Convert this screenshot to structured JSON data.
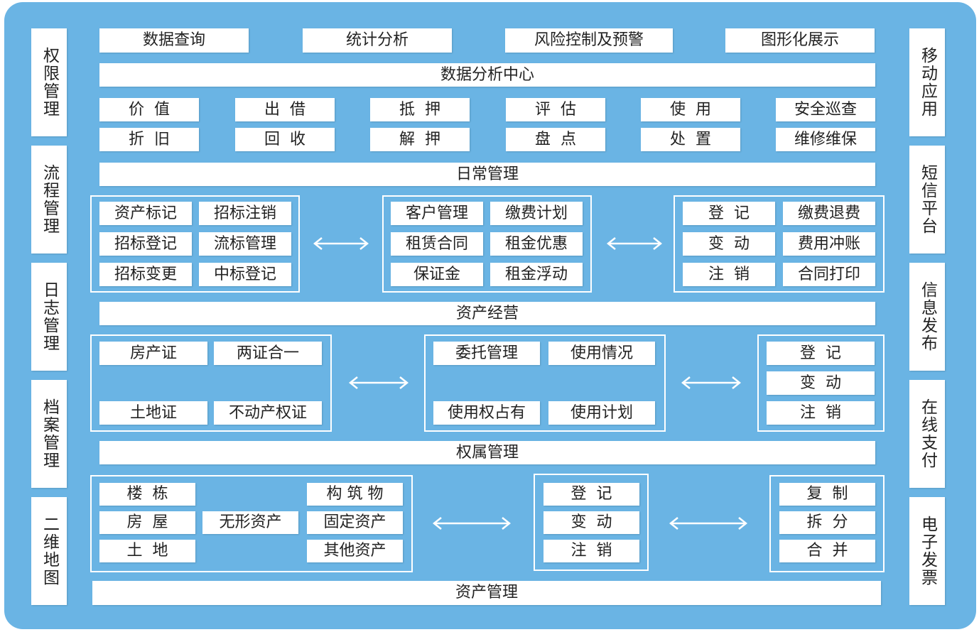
{
  "left_sidebar": [
    "权限管理",
    "流程管理",
    "日志管理",
    "档案管理",
    "二维地图"
  ],
  "right_sidebar": [
    "移动应用",
    "短信平台",
    "信息发布",
    "在线支付",
    "电子发票"
  ],
  "top_modules": [
    "数据查询",
    "统计分析",
    "风险控制及预警",
    "图形化展示"
  ],
  "data_center": "数据分析中心",
  "asset_ops_row1": [
    "价  值",
    "出  借",
    "抵  押",
    "评  估",
    "使  用",
    "安全巡查"
  ],
  "asset_ops_row2": [
    "折  旧",
    "回  收",
    "解  押",
    "盘  点",
    "处  置",
    "维修维保"
  ],
  "daily_management": "日常管理",
  "daily_group_left": [
    "资产标记",
    "招标注销",
    "招标登记",
    "流标管理",
    "招标变更",
    "中标登记"
  ],
  "daily_group_mid": [
    "客户管理",
    "缴费计划",
    "租赁合同",
    "租金优惠",
    "保证金",
    "租金浮动"
  ],
  "daily_group_right": [
    "登  记",
    "缴费退费",
    "变  动",
    "费用冲账",
    "注  销",
    "合同打印"
  ],
  "asset_operation": "资产经营",
  "op_group_left": [
    "房产证",
    "两证合一",
    "土地证",
    "不动产权证"
  ],
  "op_group_mid": [
    "委托管理",
    "使用情况",
    "使用权占有",
    "使用计划"
  ],
  "op_group_right": [
    "登  记",
    "变  动",
    "注  销"
  ],
  "ownership_management": "权属管理",
  "own_group_left": [
    "楼  栋",
    "房  屋",
    "土  地",
    "无形资产",
    "构 筑 物",
    "固定资产",
    "其他资产"
  ],
  "own_group_mid": [
    "登  记",
    "变  动",
    "注  销"
  ],
  "own_group_right": [
    "复  制",
    "拆  分",
    "合  并"
  ],
  "asset_management": "资产管理",
  "colors": {
    "background": "#6ab4e4",
    "box": "#ffffff",
    "text": "#222222"
  }
}
